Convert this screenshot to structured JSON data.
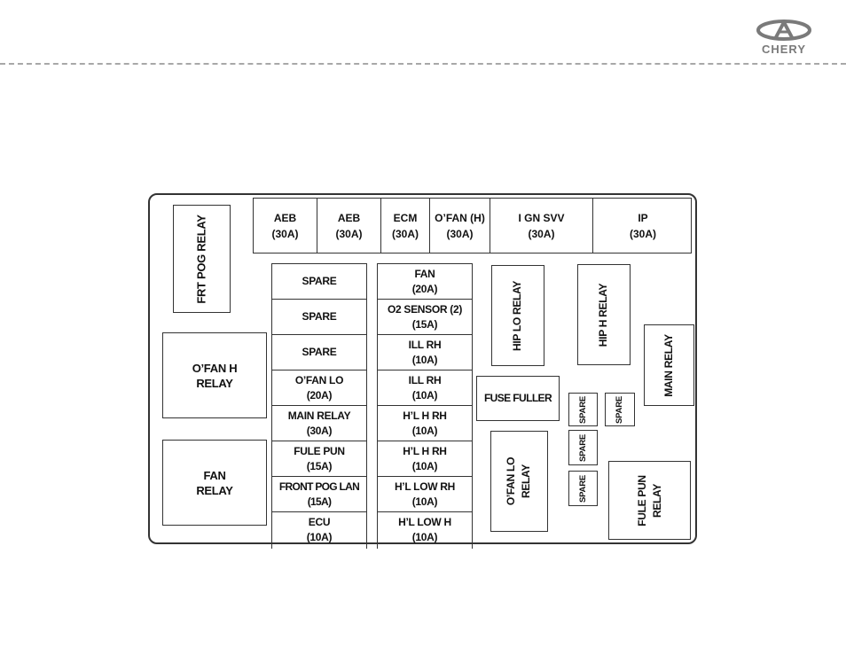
{
  "brand": {
    "name": "CHERY"
  },
  "top_row": [
    "AEB\n(30A)",
    "AEB\n(30A)",
    "ECM\n(30A)",
    "O’FAN (H)\n(30A)",
    "I GN SVV\n(30A)",
    "IP\n(30A)"
  ],
  "left_relays": {
    "frt_pog": "FRT POG RELAY",
    "ofan_h": "O’FAN H\nRELAY",
    "fan": "FAN\nRELAY"
  },
  "column_1": [
    "SPARE",
    "SPARE",
    "SPARE",
    "O’FAN LO\n(20A)",
    "MAIN RELAY\n(30A)",
    "FULE PUN\n(15A)",
    "FRONT POG LAN\n(15A)",
    "ECU\n(10A)"
  ],
  "column_2": [
    "FAN\n(20A)",
    "O2 SENSOR (2)\n(15A)",
    "ILL RH\n(10A)",
    "ILL RH\n(10A)",
    "H’L H RH\n(10A)",
    "H’L H RH\n(10A)",
    "H’L LOW RH\n(10A)",
    "H’L LOW H\n(10A)"
  ],
  "right_components": {
    "hip_lo_relay": "HIP LO RELAY",
    "hip_h_relay": "HIP H RELAY",
    "main_relay": "MAIN RELAY",
    "fuse_fuller": "FUSE FULLER",
    "ofan_lo_relay": "O’FAN LO\nRELAY",
    "fule_pun_relay": "FULE PUN\nRELAY",
    "spare_1": "SPARE",
    "spare_2": "SPARE",
    "spare_3": "SPARE",
    "spare_4": "SPARE"
  }
}
